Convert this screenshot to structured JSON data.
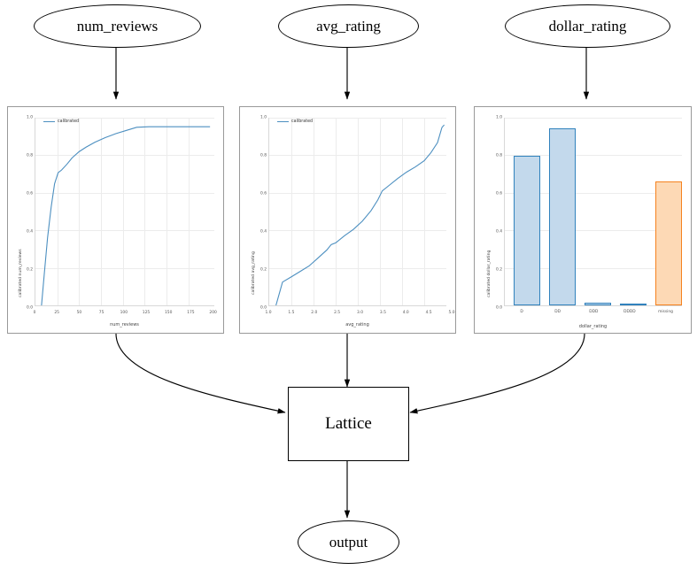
{
  "graph": {
    "inputs": [
      {
        "id": "num_reviews",
        "label": "num_reviews"
      },
      {
        "id": "avg_rating",
        "label": "avg_rating"
      },
      {
        "id": "dollar_rating",
        "label": "dollar_rating"
      }
    ],
    "model_node": {
      "label": "Lattice"
    },
    "output_node": {
      "label": "output"
    }
  },
  "colors": {
    "line": "#4c8fc0",
    "bar_blue_fill": "#c3d9ec",
    "bar_blue_edge": "#3182bd",
    "bar_orange_fill": "#fdd9b5",
    "bar_orange_edge": "#f5821f",
    "panel_border": "#999999",
    "node_stroke": "#000000",
    "grid": "#ececec"
  },
  "chart_data": [
    {
      "type": "line",
      "id": "num_reviews_calibrator",
      "title": "",
      "xlabel": "num_reviews",
      "ylabel": "calibrated num_reviews",
      "legend": [
        "calibrated"
      ],
      "legend_position": "upper-left",
      "grid": true,
      "xlim": [
        0,
        205
      ],
      "ylim": [
        -0.02,
        1.05
      ],
      "xticks": [
        0,
        25,
        50,
        75,
        100,
        125,
        150,
        175,
        200
      ],
      "xtick_labels": [
        "0",
        "25",
        "50",
        "75",
        "100",
        "125",
        "150",
        "175",
        "200"
      ],
      "yticks": [
        0.0,
        0.2,
        0.4,
        0.6,
        0.8,
        1.0
      ],
      "ytick_labels": [
        "0.0",
        "0.2",
        "0.4",
        "0.6",
        "0.8",
        "1.0"
      ],
      "x": [
        7,
        10,
        14,
        18,
        22,
        26,
        30,
        36,
        42,
        50,
        58,
        68,
        80,
        92,
        104,
        116,
        130,
        150,
        170,
        200
      ],
      "y": [
        0.0,
        0.17,
        0.38,
        0.55,
        0.68,
        0.742,
        0.757,
        0.79,
        0.825,
        0.86,
        0.885,
        0.912,
        0.938,
        0.96,
        0.978,
        0.996,
        1.0,
        1.0,
        1.0,
        1.0
      ]
    },
    {
      "type": "line",
      "id": "avg_rating_calibrator",
      "title": "",
      "xlabel": "avg_rating",
      "ylabel": "calibrated avg_rating",
      "legend": [
        "calibrated"
      ],
      "legend_position": "upper-left",
      "grid": true,
      "xlim": [
        1.0,
        5.0
      ],
      "ylim": [
        -0.02,
        1.05
      ],
      "xticks": [
        1.0,
        1.5,
        2.0,
        2.5,
        3.0,
        3.5,
        4.0,
        4.5,
        5.0
      ],
      "xtick_labels": [
        "1.0",
        "1.5",
        "2.0",
        "2.5",
        "3.0",
        "3.5",
        "4.0",
        "4.5",
        "5.0"
      ],
      "yticks": [
        0.0,
        0.2,
        0.4,
        0.6,
        0.8,
        1.0
      ],
      "ytick_labels": [
        "0.0",
        "0.2",
        "0.4",
        "0.6",
        "0.8",
        "1.0"
      ],
      "x": [
        1.15,
        1.3,
        1.5,
        1.7,
        1.9,
        2.1,
        2.3,
        2.4,
        2.5,
        2.7,
        2.9,
        3.1,
        3.3,
        3.45,
        3.55,
        3.7,
        3.9,
        4.1,
        4.3,
        4.5,
        4.65,
        4.8,
        4.9,
        4.95
      ],
      "y": [
        0.0,
        0.125,
        0.155,
        0.185,
        0.215,
        0.26,
        0.305,
        0.335,
        0.345,
        0.385,
        0.42,
        0.465,
        0.525,
        0.585,
        0.635,
        0.665,
        0.7,
        0.735,
        0.765,
        0.8,
        0.845,
        0.9,
        0.985,
        1.0
      ]
    },
    {
      "type": "bar",
      "id": "dollar_rating_calibrator",
      "title": "",
      "xlabel": "dollar_rating",
      "ylabel": "calibrated dollar_rating",
      "grid": true,
      "ylim": [
        0.0,
        1.05
      ],
      "yticks": [
        0.0,
        0.2,
        0.4,
        0.6,
        0.8,
        1.0
      ],
      "ytick_labels": [
        "0.0",
        "0.2",
        "0.4",
        "0.6",
        "0.8",
        "1.0"
      ],
      "categories": [
        "D",
        "DD",
        "DDD",
        "DDDD",
        "missing"
      ],
      "values": [
        0.838,
        0.991,
        0.009,
        0.0,
        0.693
      ],
      "bar_colors": [
        "blue",
        "blue",
        "blue",
        "blue",
        "orange"
      ]
    }
  ]
}
